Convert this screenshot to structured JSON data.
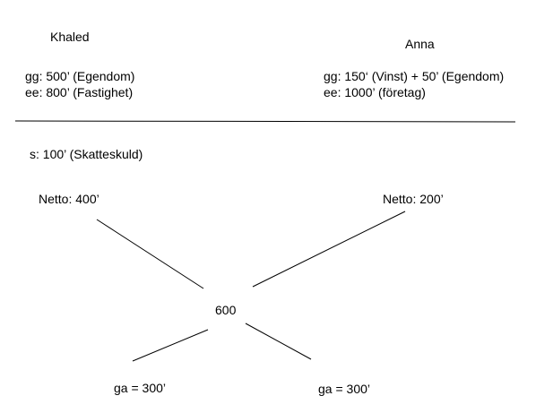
{
  "khaled": {
    "name": "Khaled",
    "gg": "gg: 500’ (Egendom)",
    "ee": "ee: 800’ (Fastighet)"
  },
  "anna": {
    "name": "Anna",
    "gg": "gg: 150‘ (Vinst) + 50’ (Egendom)",
    "ee": "ee: 1000’ (företag)"
  },
  "debt": "s: 100’ (Skatteskuld)",
  "netto_left": "Netto: 400’",
  "netto_right": "Netto: 200’",
  "center_value": "600",
  "share_left": "ga = 300’",
  "share_right": "ga = 300’",
  "colors": {
    "text": "#000000",
    "lines": "#000000",
    "background": "#ffffff"
  }
}
